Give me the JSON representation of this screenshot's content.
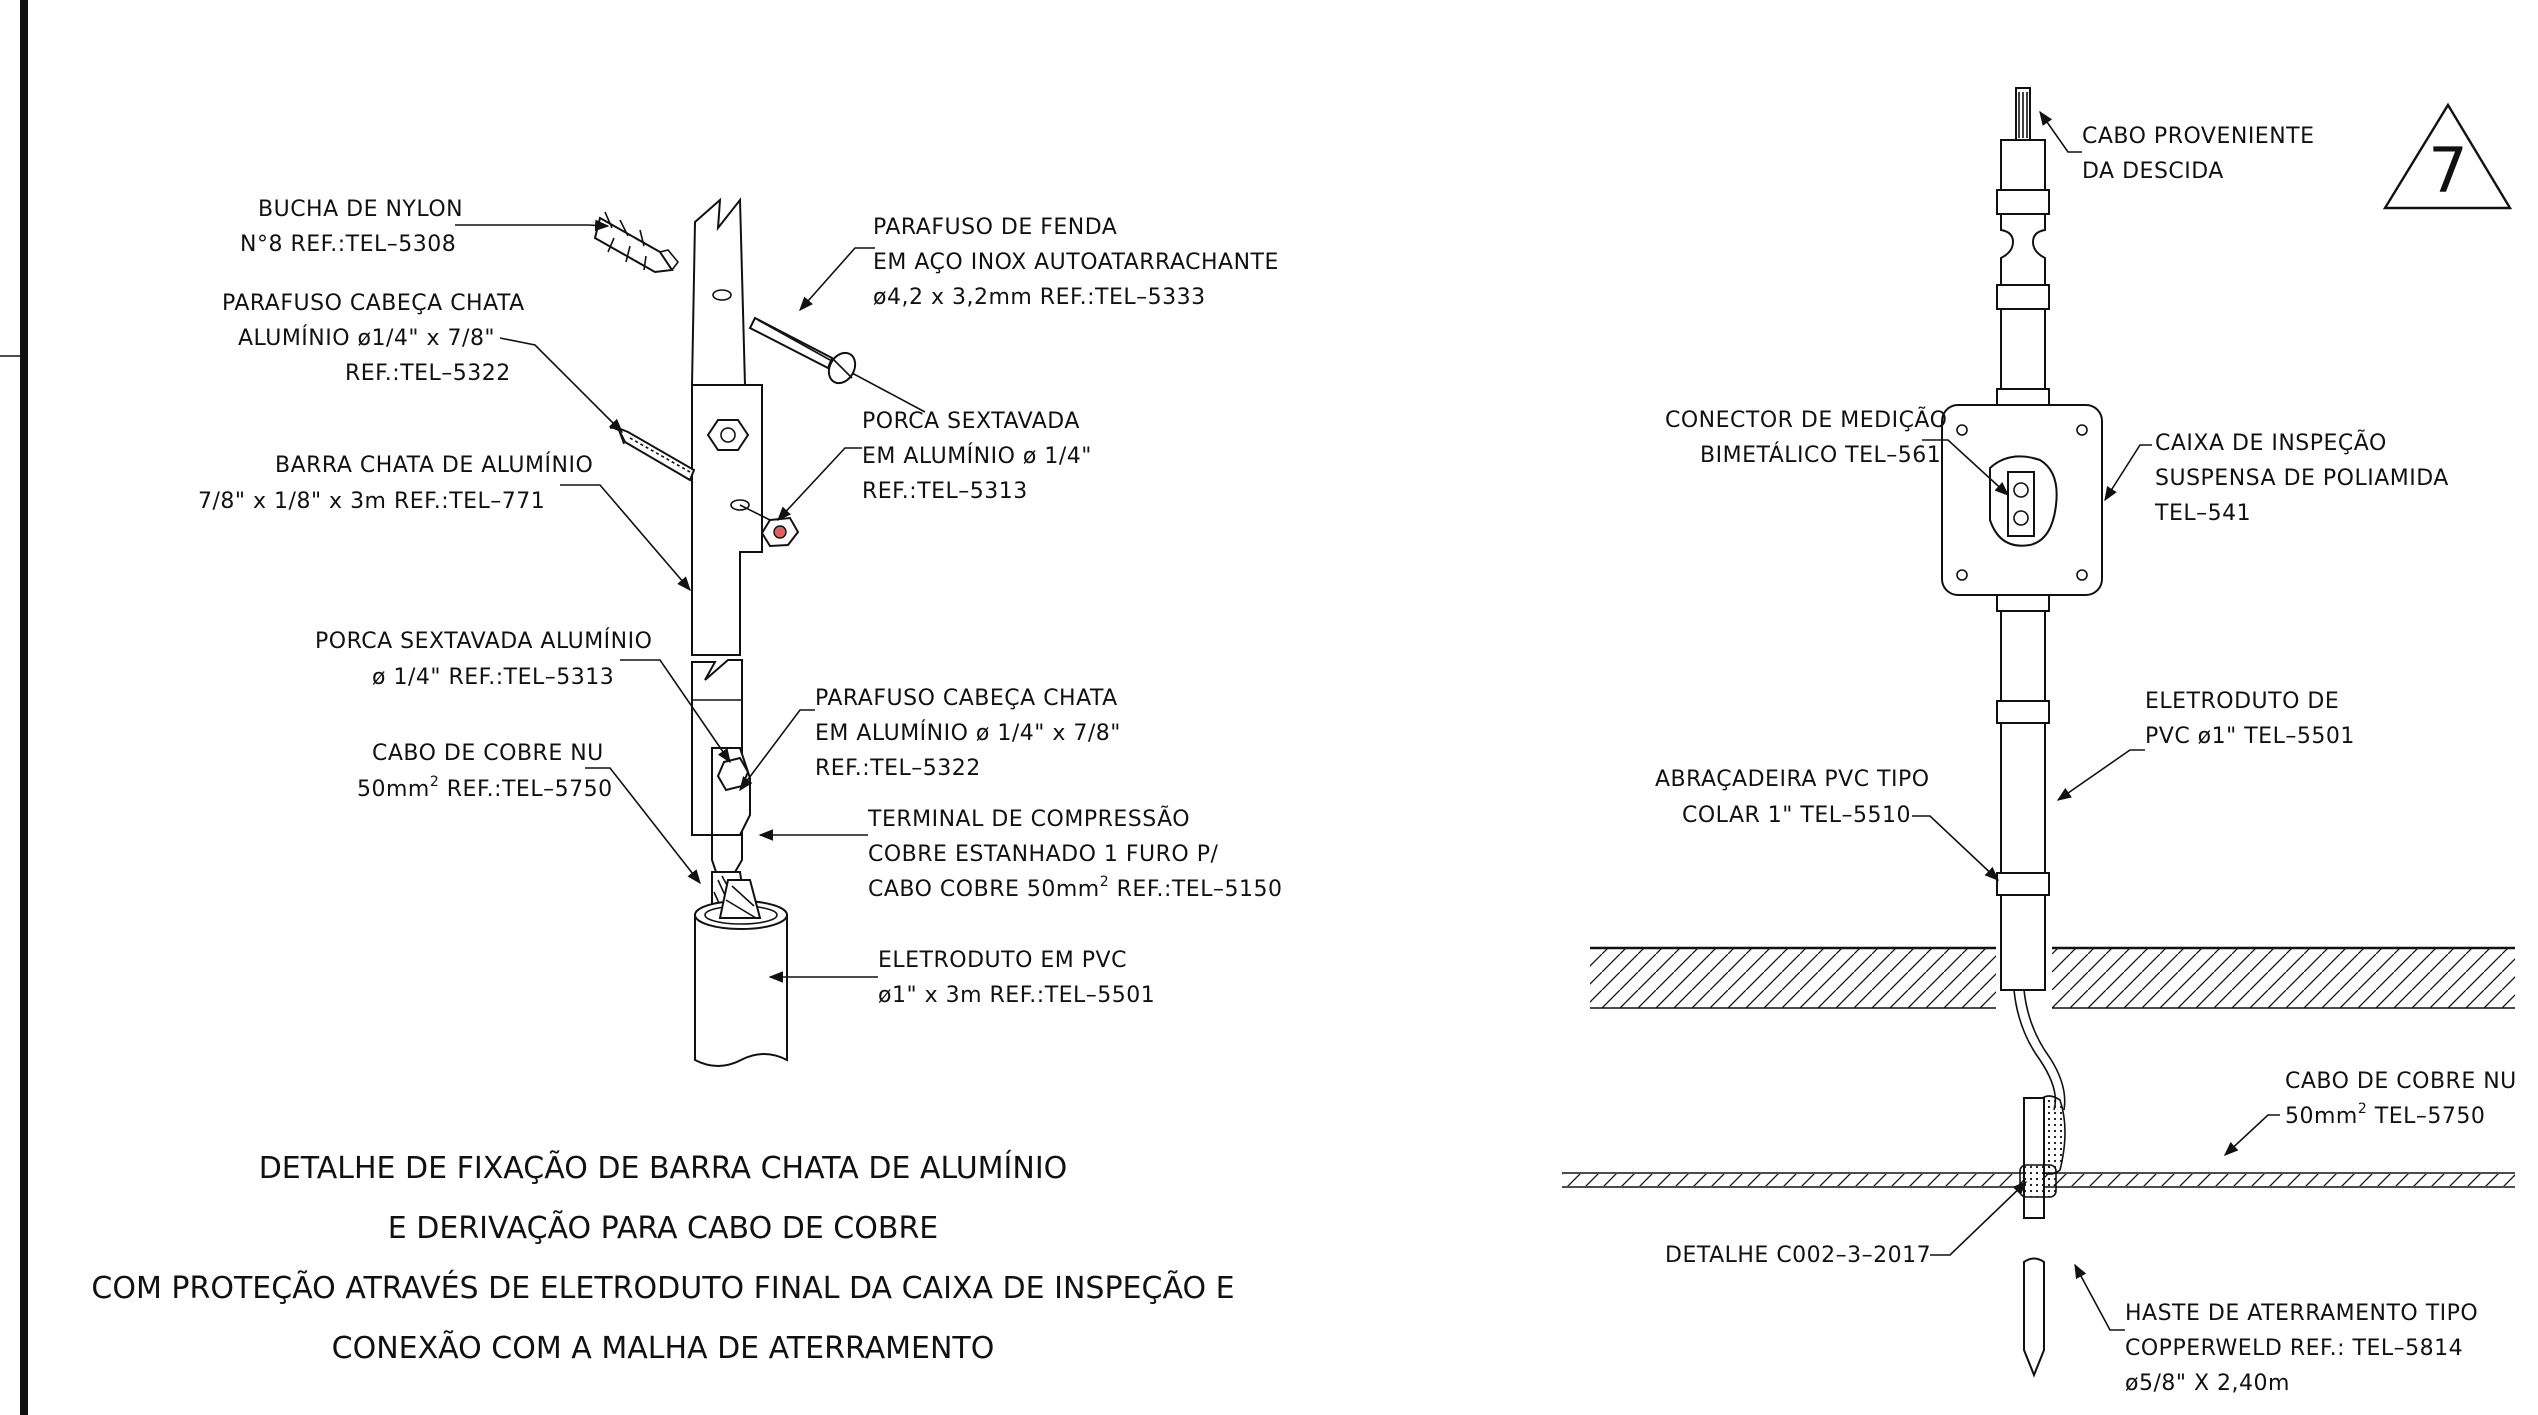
{
  "sheet_number": "7",
  "left_detail": {
    "title": [
      "DETALHE DE FIXAÇÃO DE BARRA CHATA DE ALUMÍNIO",
      "E DERIVAÇÃO PARA CABO DE COBRE",
      "COM PROTEÇÃO ATRAVÉS DE ELETRODUTO FINAL DA CAIXA DE INSPEÇÃO E",
      "CONEXÃO COM A MALHA DE ATERRAMENTO"
    ],
    "labels": {
      "bucha": [
        "BUCHA DE NYLON",
        "N°8 REF.:TEL–5308"
      ],
      "parafuso_cabeca_chata_top": [
        "PARAFUSO CABEÇA CHATA",
        "ALUMÍNIO ø1/4\" x 7/8\"",
        "REF.:TEL–5322"
      ],
      "barra_chata": [
        "BARRA CHATA DE ALUMÍNIO",
        "7/8\" x 1/8\" x 3m REF.:TEL–771"
      ],
      "porca_sextavada_aluminio": [
        "PORCA SEXTAVADA ALUMÍNIO",
        "ø 1/4\" REF.:TEL–5313"
      ],
      "cabo_cobre_nu": [
        "CABO DE COBRE NU",
        "50mm",
        "2",
        " REF.:TEL–5750"
      ],
      "parafuso_fenda": [
        "PARAFUSO DE FENDA",
        "EM AÇO INOX AUTOATARRACHANTE",
        "ø4,2 x 3,2mm REF.:TEL–5333"
      ],
      "porca_sextavada": [
        "PORCA SEXTAVADA",
        "EM ALUMÍNIO ø 1/4\"",
        "REF.:TEL–5313"
      ],
      "parafuso_cabeca_chata_bottom": [
        "PARAFUSO CABEÇA CHATA",
        "EM ALUMÍNIO ø 1/4\" x 7/8\"",
        "REF.:TEL–5322"
      ],
      "terminal": [
        "TERMINAL DE COMPRESSÃO",
        "COBRE ESTANHADO 1 FURO P/",
        "CABO COBRE 50mm",
        "2",
        " REF.:TEL–5150"
      ],
      "eletroduto_pvc": [
        "ELETRODUTO EM PVC",
        "ø1\" x 3m REF.:TEL–5501"
      ]
    }
  },
  "right_detail": {
    "labels": {
      "cabo_proveniente": [
        "CABO PROVENIENTE",
        "DA DESCIDA"
      ],
      "conector": [
        "CONECTOR DE MEDIÇÃO",
        "BIMETÁLICO TEL–561"
      ],
      "caixa": [
        "CAIXA DE INSPEÇÃO",
        "SUSPENSA DE POLIAMIDA",
        "TEL–541"
      ],
      "eletroduto": [
        "ELETRODUTO DE",
        "PVC ø1\" TEL–5501"
      ],
      "abracadeira": [
        "ABRAÇADEIRA PVC TIPO",
        "COLAR 1\" TEL–5510"
      ],
      "cabo_cobre_nu": [
        "CABO DE COBRE NU",
        "50mm",
        "2",
        " TEL–5750"
      ],
      "detalhe": [
        "DETALHE C002–3–2017"
      ],
      "haste": [
        "HASTE DE ATERRAMENTO TIPO",
        "COPPERWELD REF.: TEL–5814",
        "ø5/8\" X 2,40m"
      ]
    }
  }
}
